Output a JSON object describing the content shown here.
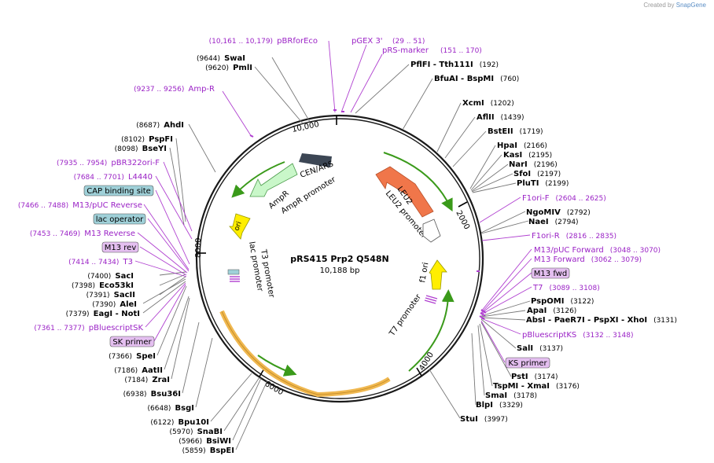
{
  "credit": {
    "prefix": "Created by",
    "brand": "SnapGene"
  },
  "plasmid": {
    "name": "pRS415 Prp2 Q548N",
    "length": "10,188 bp"
  },
  "ticks": [
    "2000",
    "4000",
    "6000",
    "8000",
    "10,000"
  ],
  "features": {
    "leu2": "LEU2",
    "leu2_promoter": "LEU2 promoter",
    "ampr": "AmpR",
    "ampr_promoter": "AmpR promoter",
    "cen_ars": "CEN/ARS",
    "ori": "ori",
    "f1_ori": "f1 ori",
    "lac_promoter": "lac promoter",
    "t3_promoter": "T3 promoter",
    "t7_promoter": "T7 promoter"
  },
  "left_labels": [
    {
      "pos": "(9644)",
      "name": "SwaI"
    },
    {
      "pos": "(9620)",
      "name": "PmlI"
    },
    {
      "pos": "(8687)",
      "name": "AhdI"
    },
    {
      "pos": "(8102)",
      "name": "PspFI"
    },
    {
      "pos": "(8098)",
      "name": "BseYI"
    },
    {
      "pos": "(7400)",
      "name": "SacI"
    },
    {
      "pos": "(7398)",
      "name": "Eco53kI"
    },
    {
      "pos": "(7391)",
      "name": "SacII"
    },
    {
      "pos": "(7390)",
      "name": "AleI"
    },
    {
      "pos": "(7379)",
      "name": "EagI",
      "extra": "NotI"
    },
    {
      "pos": "(7366)",
      "name": "SpeI"
    },
    {
      "pos": "(7186)",
      "name": "AatII"
    },
    {
      "pos": "(7184)",
      "name": "ZraI"
    },
    {
      "pos": "(6938)",
      "name": "Bsu36I"
    },
    {
      "pos": "(6648)",
      "name": "BsgI"
    },
    {
      "pos": "(6122)",
      "name": "Bpu10I"
    },
    {
      "pos": "(5970)",
      "name": "SnaBI"
    },
    {
      "pos": "(5966)",
      "name": "BsiWI"
    },
    {
      "pos": "(5859)",
      "name": "BspEI"
    }
  ],
  "left_features": [
    {
      "range": "(10,161 .. 10,179)",
      "name": "pBRforEco"
    },
    {
      "range": "(9237 .. 9256)",
      "name": "Amp-R"
    },
    {
      "range": "(7935 .. 7954)",
      "name": "pBR322ori-F"
    },
    {
      "range": "(7684 .. 7701)",
      "name": "L4440"
    },
    {
      "range": "(7466 .. 7488)",
      "name": "M13/pUC Reverse"
    },
    {
      "range": "(7453 .. 7469)",
      "name": "M13 Reverse"
    },
    {
      "range": "(7414 .. 7434)",
      "name": "T3"
    },
    {
      "range": "(7361 .. 7377)",
      "name": "pBluescriptSK"
    }
  ],
  "left_boxes": {
    "cap": "CAP binding site",
    "lacop": "lac operator",
    "m13rev": "M13 rev",
    "skprimer": "SK primer"
  },
  "top_features": [
    {
      "name": "pGEX 3'",
      "range": "(29 .. 51)"
    },
    {
      "name": "pRS-marker",
      "range": "(151 .. 170)"
    }
  ],
  "right_labels": [
    {
      "name": "PflFI",
      "extra": "Tth111I",
      "pos": "(192)"
    },
    {
      "name": "BfuAI",
      "extra": "BspMI",
      "pos": "(760)"
    },
    {
      "name": "XcmI",
      "pos": "(1202)"
    },
    {
      "name": "AflII",
      "pos": "(1439)"
    },
    {
      "name": "BstEII",
      "pos": "(1719)"
    },
    {
      "name": "HpaI",
      "pos": "(2166)"
    },
    {
      "name": "KasI",
      "pos": "(2195)"
    },
    {
      "name": "NarI",
      "pos": "(2196)"
    },
    {
      "name": "SfoI",
      "pos": "(2197)"
    },
    {
      "name": "PluTI",
      "pos": "(2199)"
    },
    {
      "name": "NgoMIV",
      "pos": "(2792)"
    },
    {
      "name": "NaeI",
      "pos": "(2794)"
    },
    {
      "name": "PspOMI",
      "pos": "(3122)"
    },
    {
      "name": "ApaI",
      "pos": "(3126)"
    },
    {
      "name": "AbsI",
      "extra": "PaeR7I",
      "extra2": "PspXI",
      "extra3": "XhoI",
      "pos": "(3131)"
    },
    {
      "name": "SalI",
      "pos": "(3137)"
    },
    {
      "name": "PstI",
      "pos": "(3174)"
    },
    {
      "name": "TspMI",
      "extra": "XmaI",
      "pos": "(3176)"
    },
    {
      "name": "SmaI",
      "pos": "(3178)"
    },
    {
      "name": "BlpI",
      "pos": "(3329)"
    },
    {
      "name": "StuI",
      "pos": "(3997)"
    }
  ],
  "right_features": [
    {
      "name": "F1ori-F",
      "range": "(2604 .. 2625)"
    },
    {
      "name": "F1ori-R",
      "range": "(2816 .. 2835)"
    },
    {
      "name": "M13/pUC Forward",
      "range": "(3048 .. 3070)"
    },
    {
      "name": "M13 Forward",
      "range": "(3062 .. 3079)"
    },
    {
      "name": "T7",
      "range": "(3089 .. 3108)"
    },
    {
      "name": "pBluescriptKS",
      "range": "(3132 .. 3148)"
    }
  ],
  "right_boxes": {
    "m13fwd": "M13 fwd",
    "ksprimer": "KS primer"
  },
  "colors": {
    "backbone": "#1a1a1a",
    "leu2": "#f0764a",
    "ampr": "#c9f7c9",
    "cen_ars": "#3c4654",
    "ori": "#ffee00",
    "f1": "#ffee00",
    "primer_arrow": "#3a9a1a",
    "orange_arc": "#f0b850",
    "feature_text": "#9b23c6",
    "box_blue": "#9fd0d8",
    "box_purple": "#e4bff0"
  }
}
